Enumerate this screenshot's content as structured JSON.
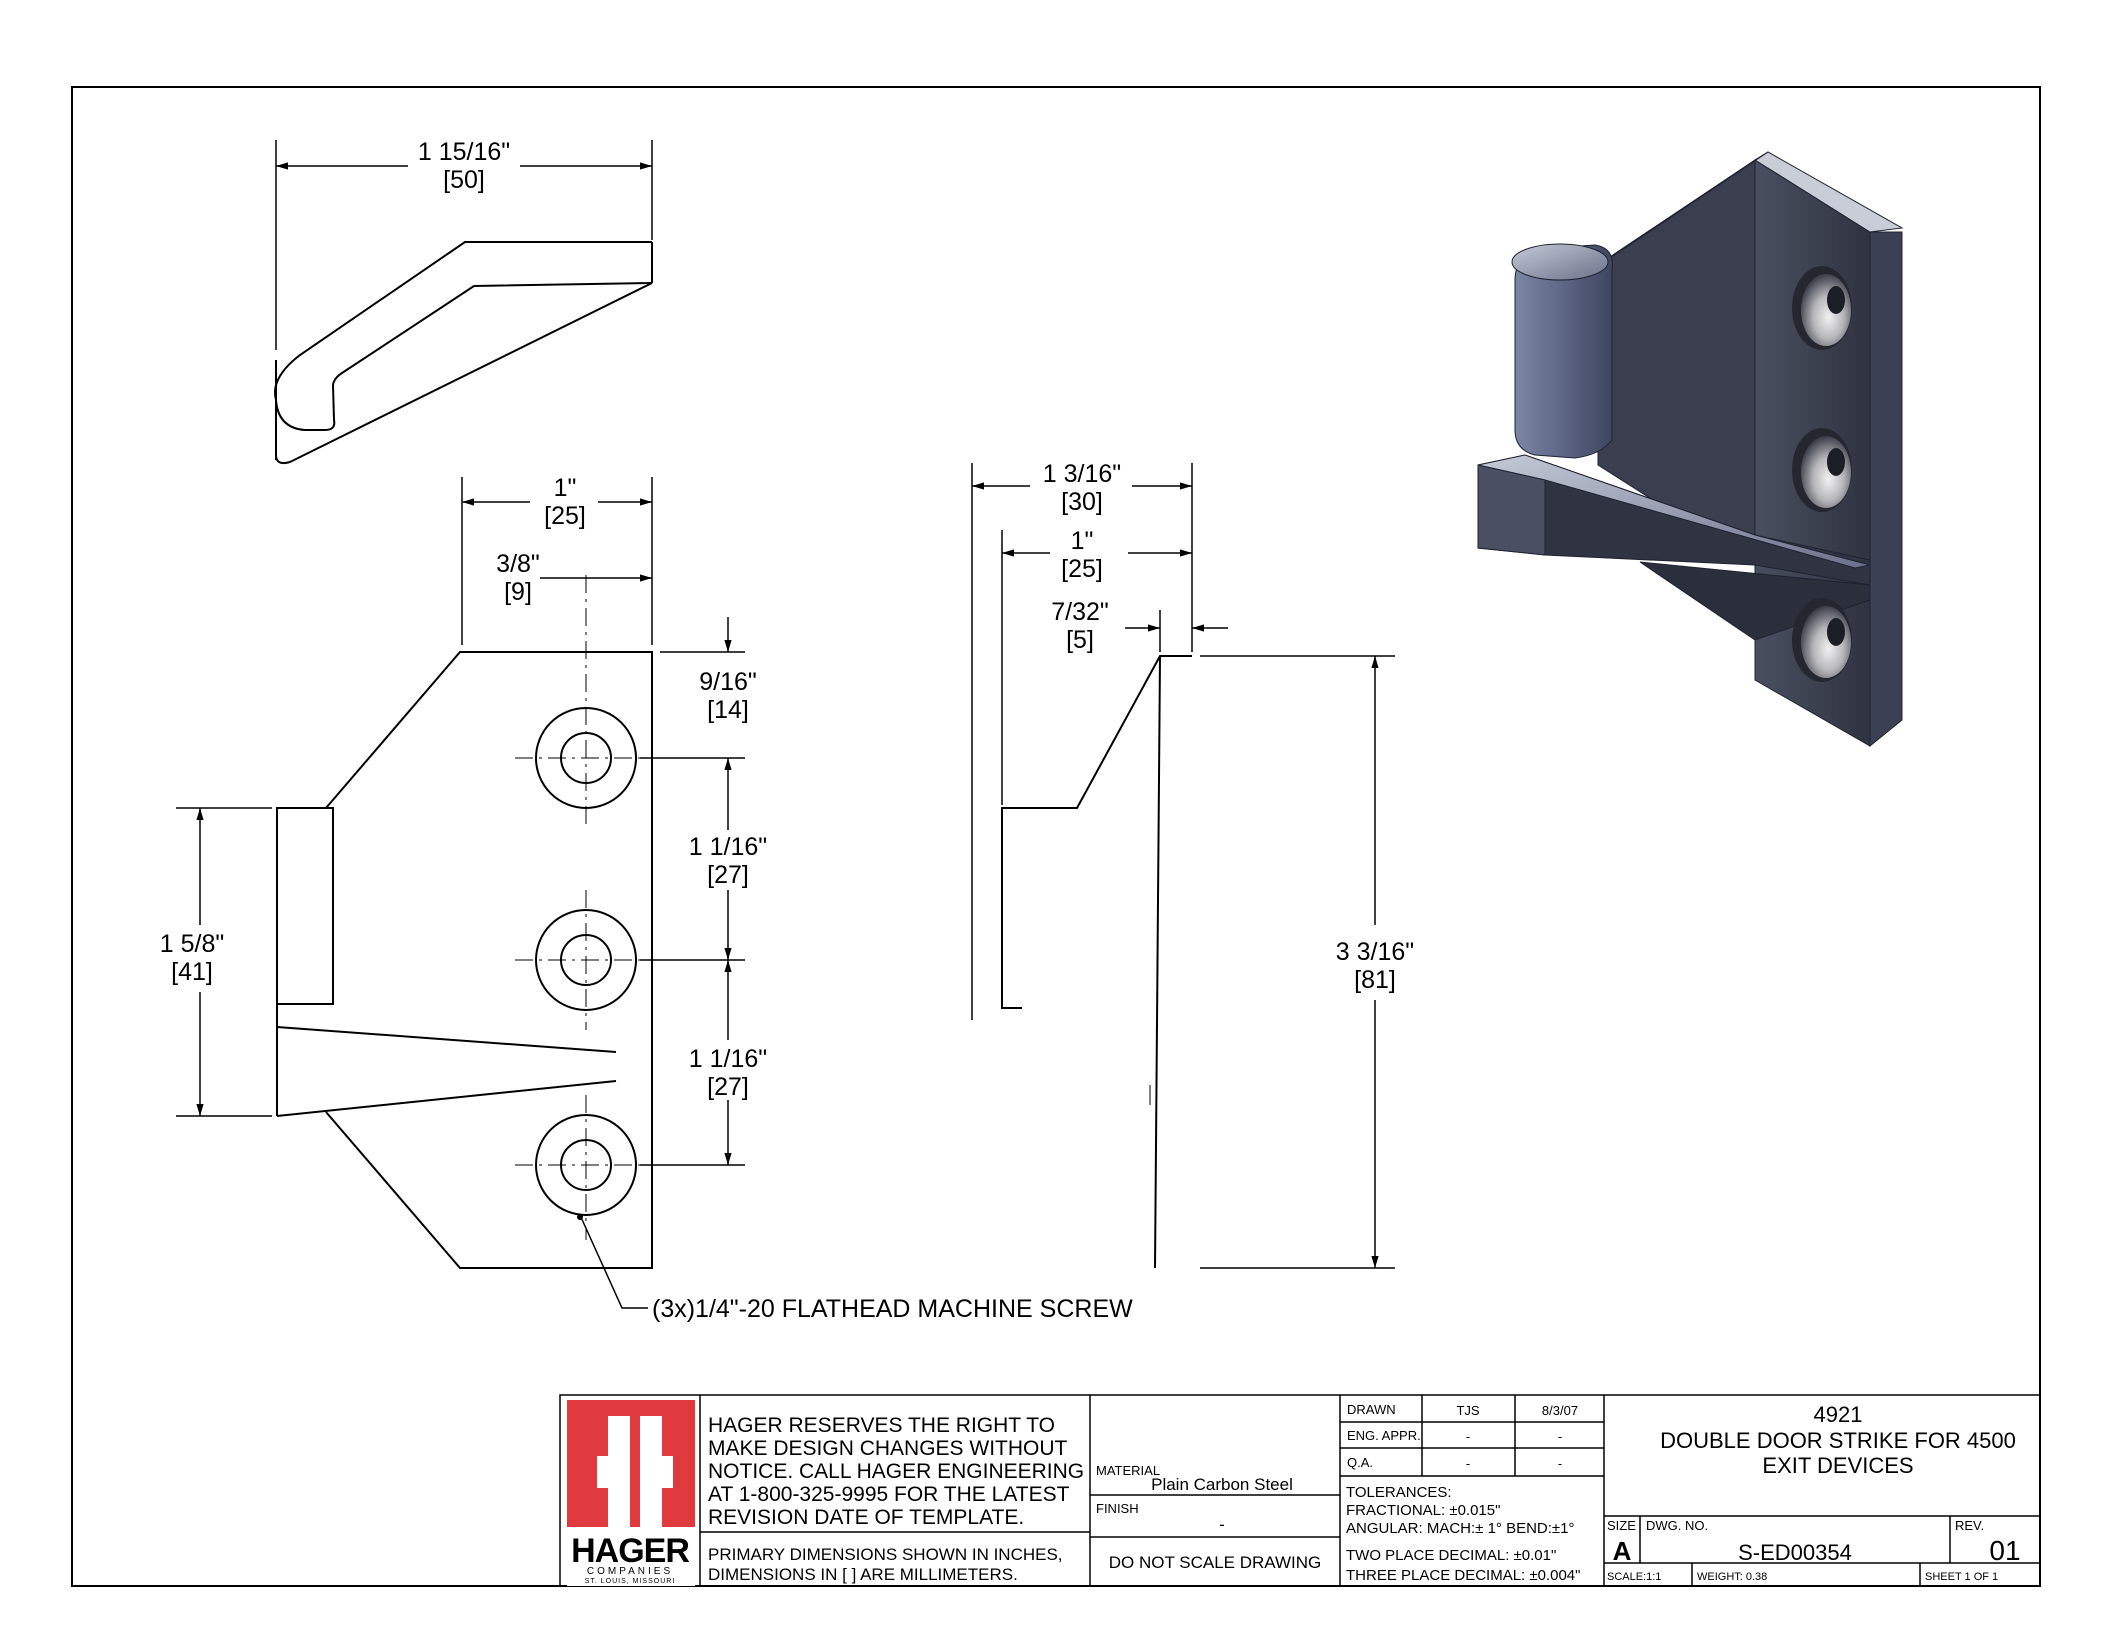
{
  "drawing": {
    "top_view": {
      "width_dim": "1 15/16\"",
      "width_dim_mm": "[50]"
    },
    "front_view": {
      "dim_1": "1\"",
      "dim_1_mm": "[25]",
      "dim_3_8": "3/8\"",
      "dim_3_8_mm": "[9]",
      "dim_9_16": "9/16\"",
      "dim_9_16_mm": "[14]",
      "dim_1_1_16_a": "1 1/16\"",
      "dim_1_1_16_a_mm": "[27]",
      "dim_1_1_16_b": "1 1/16\"",
      "dim_1_1_16_b_mm": "[27]",
      "dim_1_5_8": "1 5/8\"",
      "dim_1_5_8_mm": "[41]",
      "screw_note": "(3x)1/4\"-20 FLATHEAD MACHINE SCREW"
    },
    "side_view": {
      "dim_1_3_16": "1 3/16\"",
      "dim_1_3_16_mm": "[30]",
      "dim_1": "1\"",
      "dim_1_mm": "[25]",
      "dim_7_32": "7/32\"",
      "dim_7_32_mm": "[5]",
      "dim_3_3_16": "3 3/16\"",
      "dim_3_3_16_mm": "[81]"
    }
  },
  "title_block": {
    "logo": {
      "name": "HAGER",
      "sub1": "COMPANIES",
      "sub2": "ST. LOUIS, MISSOURI",
      "color": "#e03a3e"
    },
    "notice": [
      "HAGER RESERVES THE RIGHT TO",
      "MAKE DESIGN CHANGES WITHOUT",
      "NOTICE.  CALL HAGER ENGINEERING",
      "AT 1-800-325-9995 FOR THE LATEST",
      "REVISION DATE OF TEMPLATE."
    ],
    "units_note": [
      "PRIMARY DIMENSIONS SHOWN IN INCHES,",
      "DIMENSIONS IN [ ] ARE MILLIMETERS."
    ],
    "material_label": "MATERIAL",
    "material_value": "Plain Carbon Steel",
    "finish_label": "FINISH",
    "finish_value": "-",
    "do_not_scale": "DO NOT SCALE DRAWING",
    "drawn_label": "DRAWN",
    "drawn_by": "TJS",
    "drawn_date": "8/3/07",
    "eng_appr_label": "ENG. APPR.",
    "eng_appr_by": "-",
    "eng_appr_date": "-",
    "qa_label": "Q.A.",
    "qa_by": "-",
    "qa_date": "-",
    "tolerances": [
      "TOLERANCES:",
      "FRACTIONAL: ±0.015\"",
      "ANGULAR: MACH:± 1° BEND:±1°",
      "TWO PLACE DECIMAL: ±0.01\"",
      "THREE PLACE DECIMAL: ±0.004\""
    ],
    "part_number": "4921",
    "title_line1": "DOUBLE DOOR STRIKE FOR 4500",
    "title_line2": "EXIT DEVICES",
    "size_label": "SIZE",
    "size_value": "A",
    "dwg_no_label": "DWG.  NO.",
    "dwg_no_value": "S-ED00354",
    "rev_label": "REV.",
    "rev_value": "01",
    "scale": "SCALE:1:1",
    "weight": "WEIGHT: 0.38",
    "sheet": "SHEET 1 OF 1"
  }
}
